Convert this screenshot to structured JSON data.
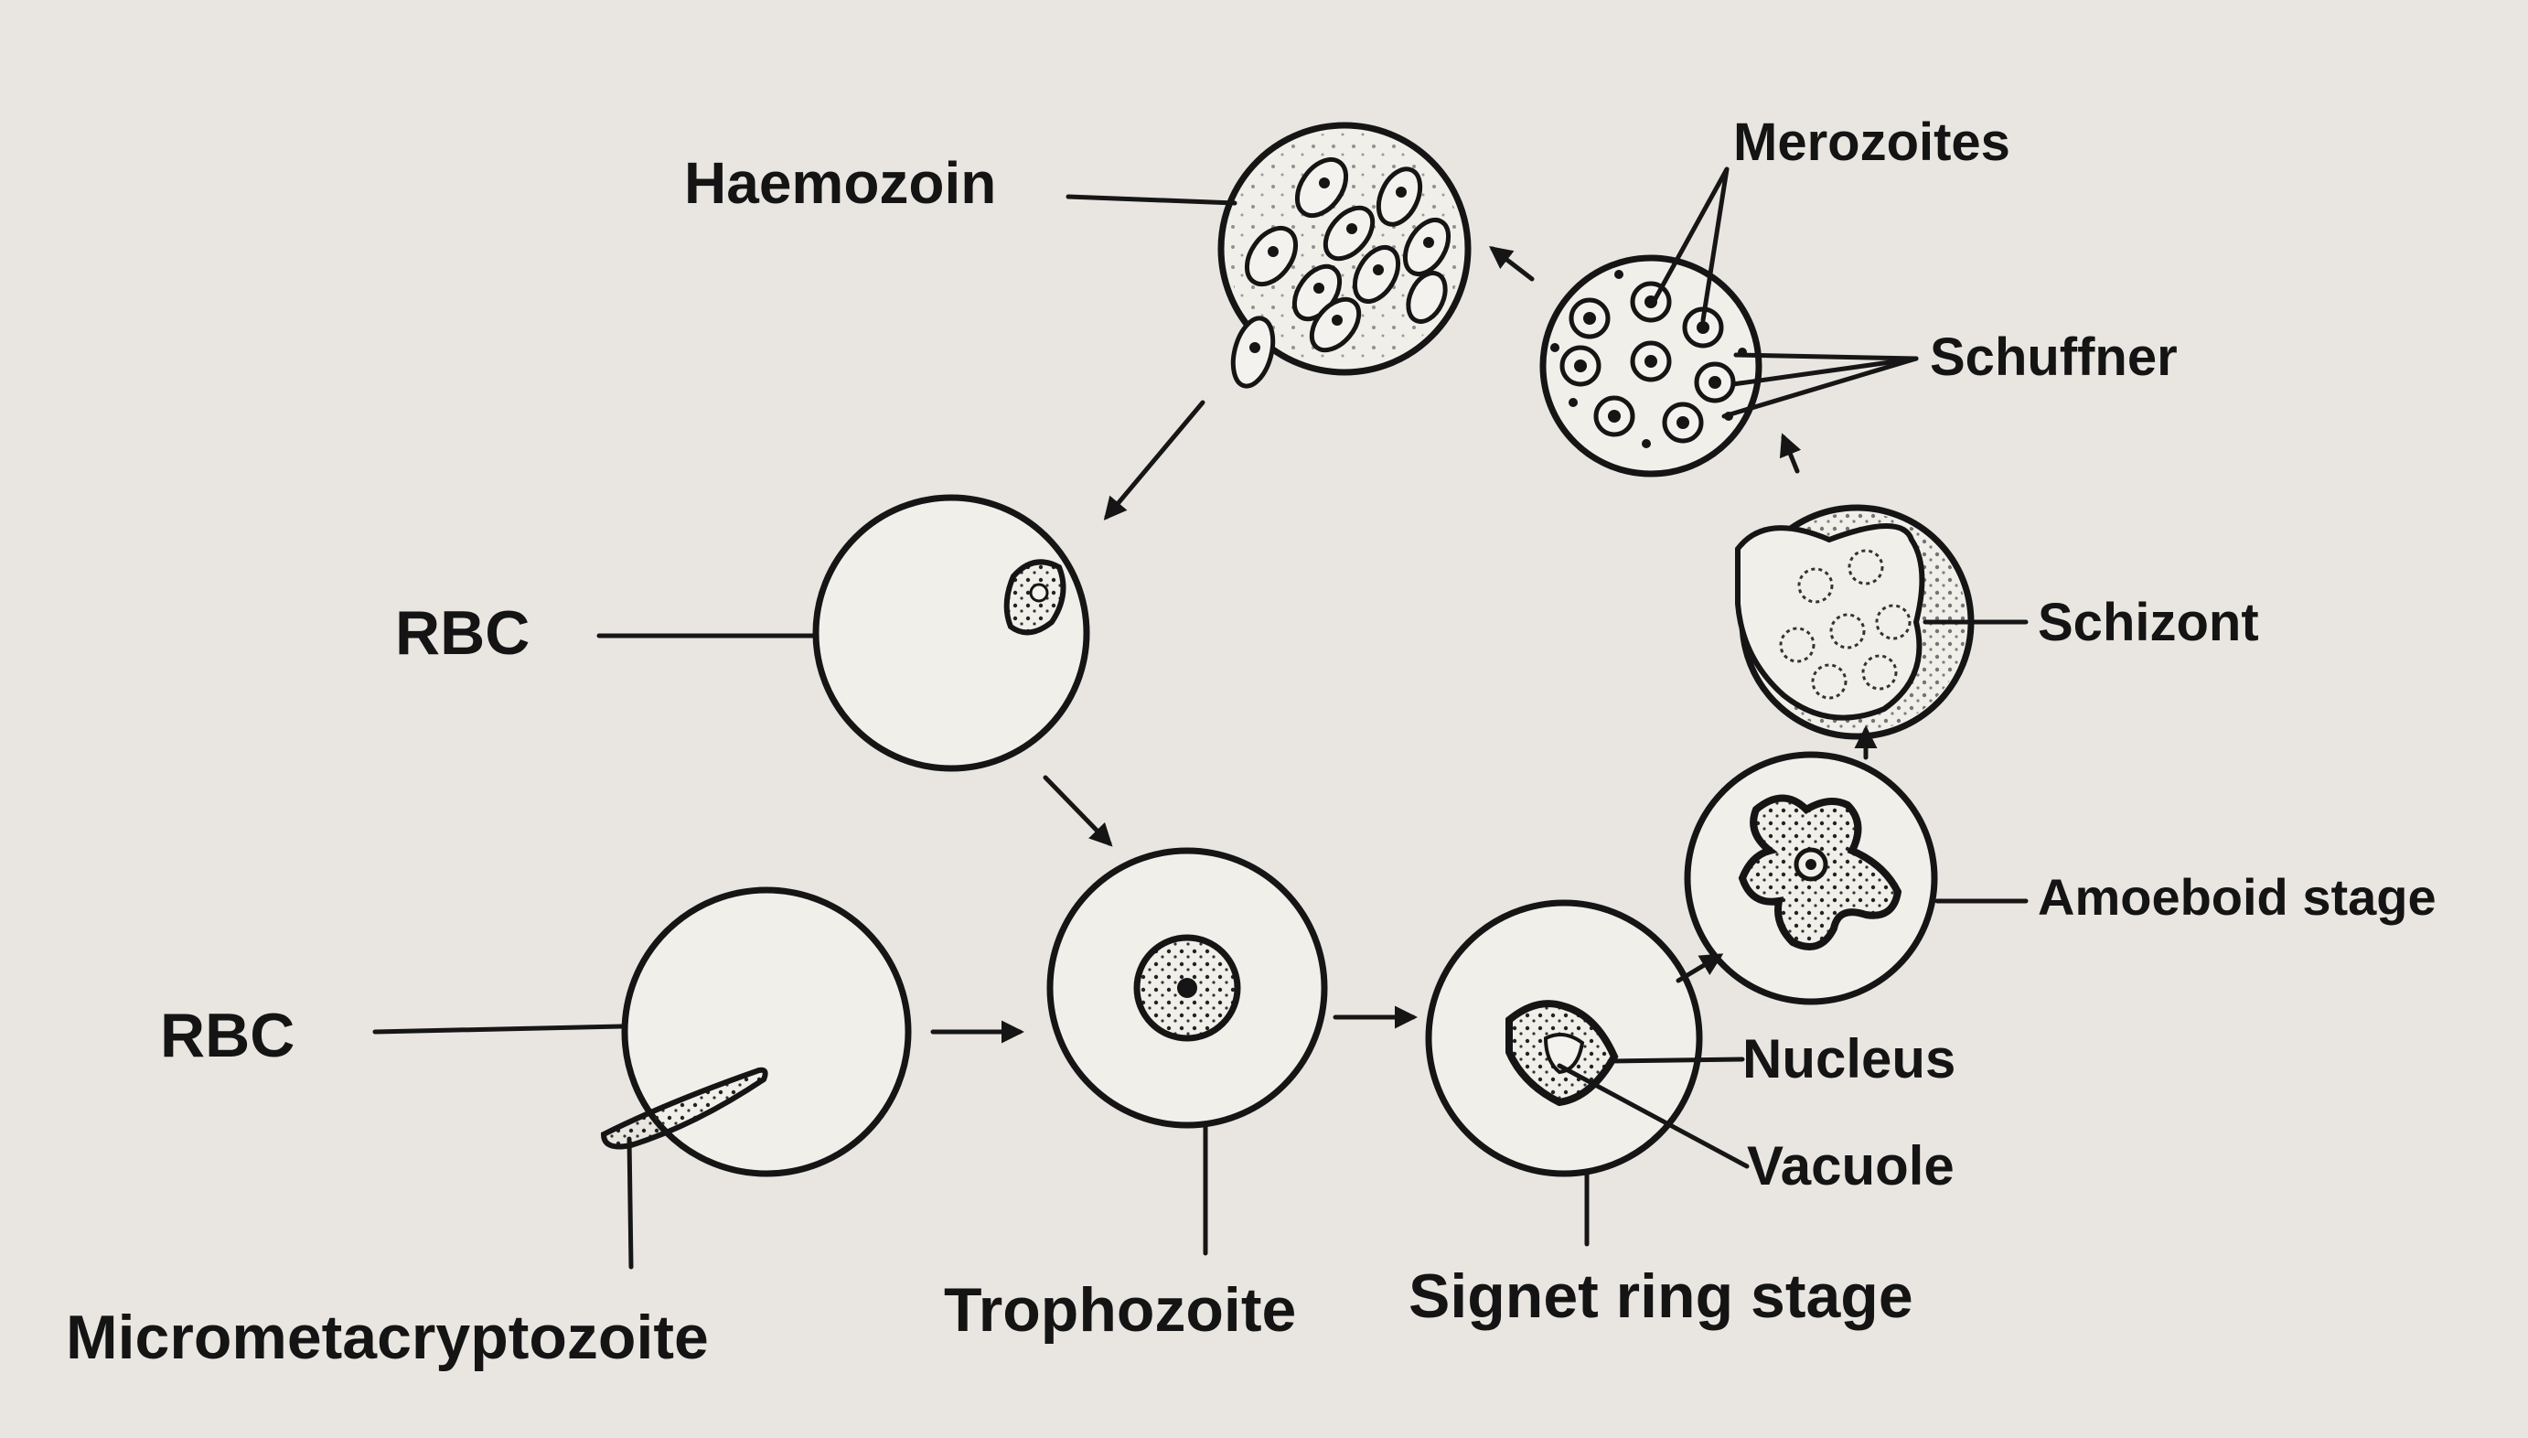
{
  "labels": {
    "haemozoin": "Haemozoin",
    "merozoites": "Merozoites",
    "schuffner": "Schuffner",
    "schizont": "Schizont",
    "amoeboid": "Amoeboid stage",
    "rbc_upper": "RBC",
    "rbc_lower": "RBC",
    "nucleus": "Nucleus",
    "vacuole": "Vacuole",
    "micrometacryptozoite": "Micrometacryptozoite",
    "trophozoite": "Trophozoite",
    "signet": "Signet ring stage"
  },
  "colors": {
    "ink": "#151515",
    "paper": "#e9e6e1",
    "cell_fill": "#f1efea"
  }
}
